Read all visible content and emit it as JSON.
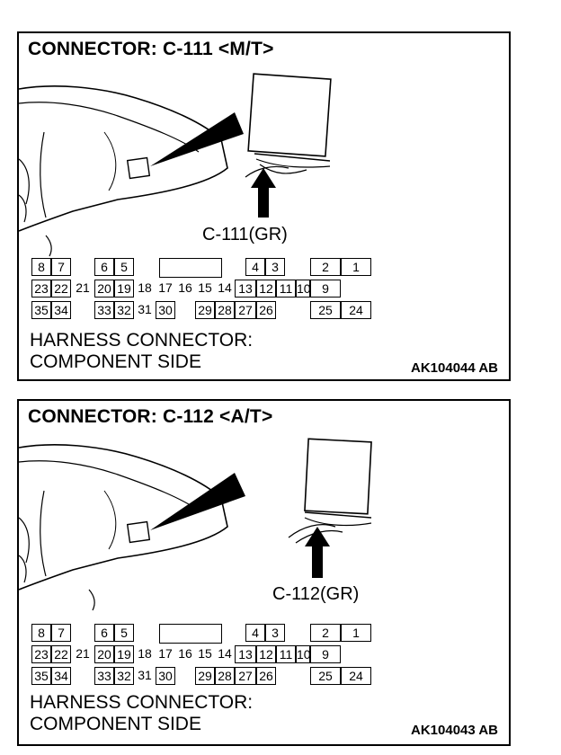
{
  "panels": [
    {
      "title": "CONNECTOR: C-111 <M/T>",
      "connector_label": "C-111(GR)",
      "footer_line1": "HARNESS CONNECTOR:",
      "footer_line2": "COMPONENT SIDE",
      "code": "AK104044 AB"
    },
    {
      "title": "CONNECTOR: C-112 <A/T>",
      "connector_label": "C-112(GR)",
      "footer_line1": "HARNESS CONNECTOR:",
      "footer_line2": "COMPONENT SIDE",
      "code": "AK104043 AB"
    }
  ],
  "pins": {
    "row1": [
      "8",
      "7",
      "6",
      "5",
      "4",
      "3",
      "2",
      "1"
    ],
    "row2": [
      "23",
      "22",
      "21",
      "20",
      "19",
      "18",
      "17",
      "16",
      "15",
      "14",
      "13",
      "12",
      "11",
      "10",
      "9"
    ],
    "row3": [
      "35",
      "34",
      "33",
      "32",
      "31",
      "30",
      "29",
      "28",
      "27",
      "26",
      "25",
      "24"
    ]
  }
}
